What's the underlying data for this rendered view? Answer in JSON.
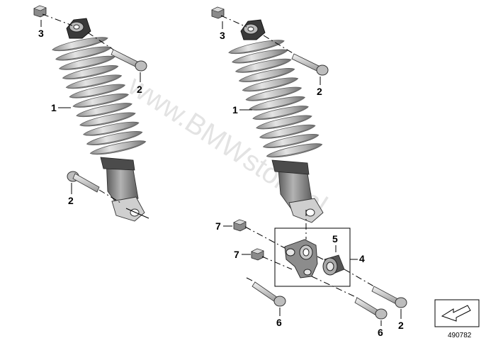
{
  "callouts": {
    "left_3": "3",
    "left_2_top": "2",
    "left_1": "1",
    "left_2_bottom": "2",
    "right_3": "3",
    "right_2_top": "2",
    "right_1": "1",
    "right_5": "5",
    "right_4": "4",
    "right_7_top": "7",
    "right_7_bottom": "7",
    "right_6_left": "6",
    "right_6_right": "6",
    "right_2_bottom": "2"
  },
  "watermark": "www.BMWstore.pl",
  "reference_number": "490782",
  "colors": {
    "spring": "#b8b8b8",
    "spring_shadow": "#7c7c7c",
    "damper_body": "#8f8f8f",
    "dark_part": "#3c3c3c",
    "line": "#000000"
  },
  "icons": {
    "orientation": "arrow-frame-icon"
  }
}
